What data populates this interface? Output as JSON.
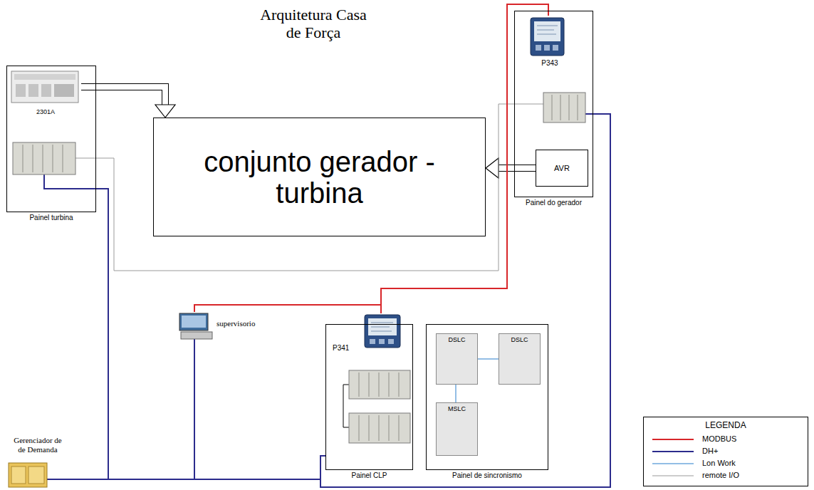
{
  "diagram": {
    "title": "Arquitetura Casa de Força",
    "nodes": [
      {
        "text": [
          "Painel turbina"
        ]
      },
      {
        "text": [
          "2301A"
        ],
        "in": 0
      },
      {
        "text": [
          "conjunto gerador - turbina"
        ]
      },
      {
        "text": [
          "Painel do gerador"
        ]
      },
      {
        "text": [
          "P343"
        ],
        "in": 3
      },
      {
        "text": [
          "AVR"
        ],
        "in": 3
      },
      {
        "text": [
          "supervisorio"
        ]
      },
      {
        "text": [
          "Gerenciador de de Demanda"
        ]
      },
      {
        "text": [
          "Painel CLP"
        ]
      },
      {
        "text": [
          "P341"
        ],
        "in": 8
      },
      {
        "text": [
          "Painel de sincronismo"
        ]
      },
      {
        "text": [
          "DSLC"
        ],
        "in": 10
      },
      {
        "text": [
          "DSLC"
        ],
        "in": 10
      },
      {
        "text": [
          "MSLC"
        ],
        "in": 10
      }
    ],
    "edges": [
      {
        "from": 1,
        "to": 2,
        "arrow": "to"
      },
      {
        "from": 5,
        "to": 2,
        "arrow": "to"
      },
      {
        "from": 0,
        "to": 3,
        "arrow": "none"
      },
      {
        "from": 4,
        "to": 9,
        "arrow": "none"
      },
      {
        "from": 6,
        "to": 9,
        "arrow": "none"
      },
      {
        "from": 7,
        "to": 0,
        "arrow": "none"
      },
      {
        "from": 7,
        "to": 6,
        "arrow": "none"
      },
      {
        "from": 7,
        "to": 8,
        "arrow": "none"
      },
      {
        "from": 7,
        "to": 3,
        "arrow": "none"
      },
      {
        "from": 11,
        "to": 12,
        "arrow": "none"
      },
      {
        "from": 11,
        "to": 13,
        "arrow": "none"
      }
    ],
    "labels": [
      "LEGENDA"
    ],
    "legend": [
      {
        "text": "MODBUS"
      },
      {
        "text": "DH+"
      },
      {
        "text": "Lon Work"
      },
      {
        "text": "remote I/O"
      }
    ]
  }
}
